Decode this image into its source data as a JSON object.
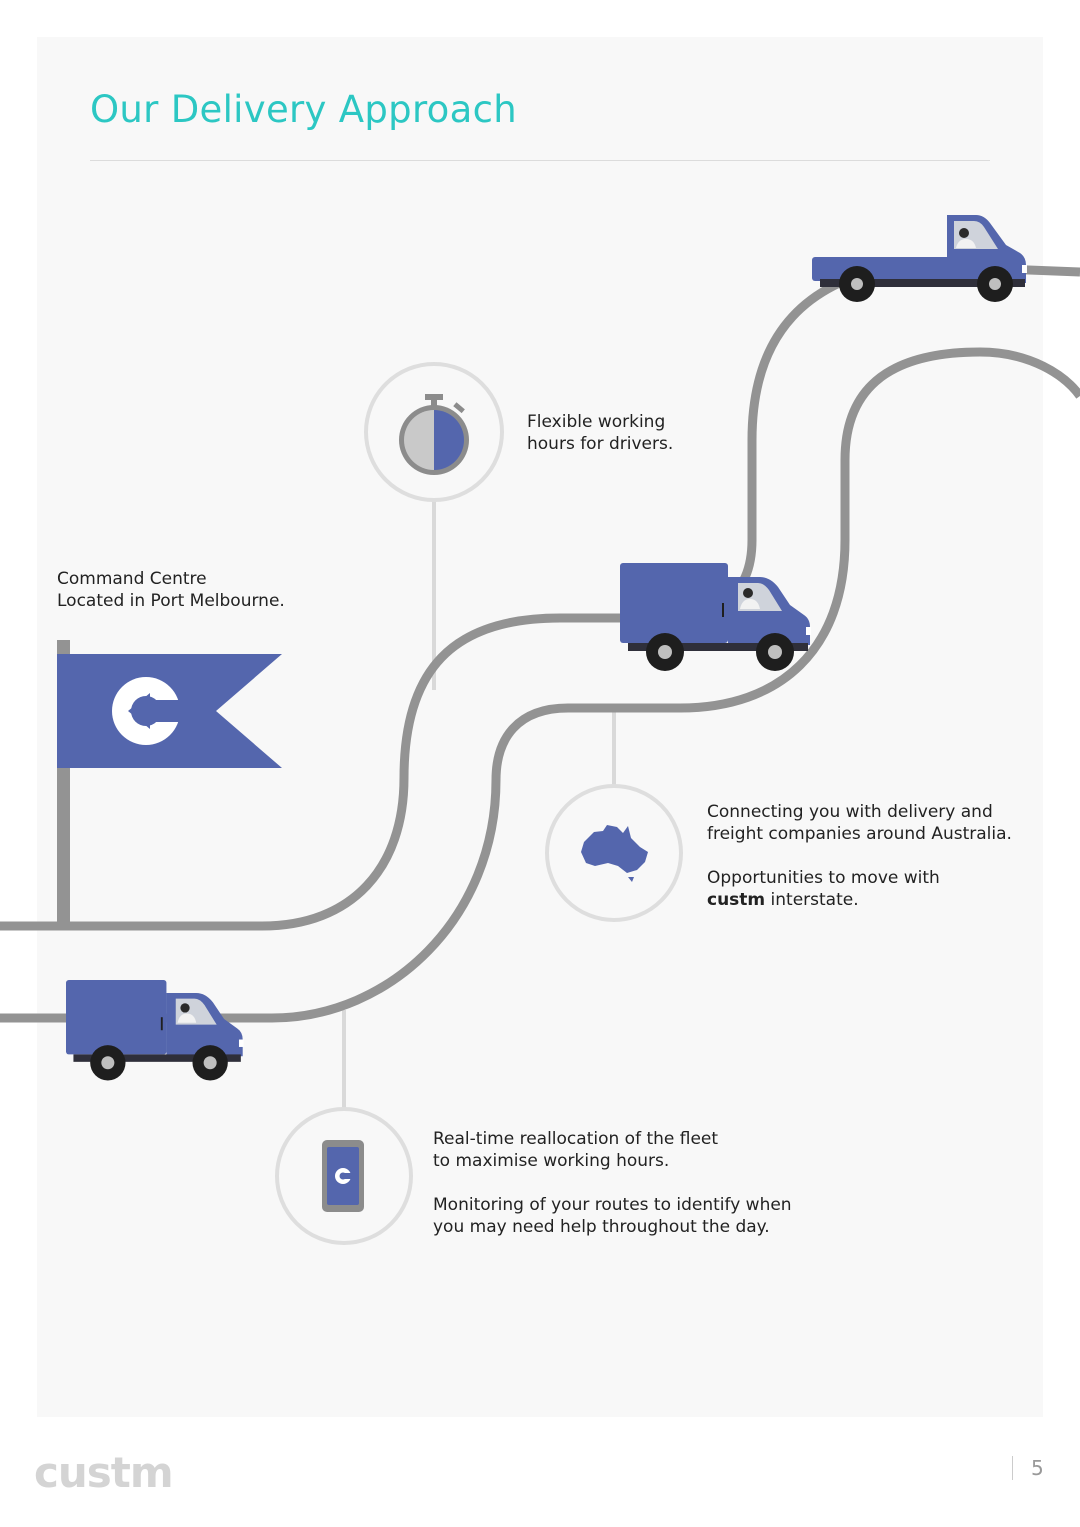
{
  "page": {
    "title": "Our Delivery Approach",
    "page_number": "5",
    "logo_text": "custm"
  },
  "callouts": {
    "command_centre": {
      "line1": "Command Centre",
      "line2": "Located in Port Melbourne."
    },
    "flexible_hours": {
      "line1": "Flexible working",
      "line2": "hours for drivers."
    },
    "connecting": {
      "line1": "Connecting you with delivery and",
      "line2": "freight companies around Australia.",
      "line3": "Opportunities to move with",
      "brand": "custm",
      "line4_rest": " interstate."
    },
    "realtime": {
      "line1": "Real-time reallocation of the fleet",
      "line2": "to maximise working hours.",
      "line3": "Monitoring of your routes to identify when",
      "line4": "you may need help throughout the day."
    }
  },
  "icons": [
    "stopwatch-icon",
    "australia-map-icon",
    "phone-app-icon",
    "custm-flag-icon",
    "truck-icon",
    "ute-icon"
  ],
  "colors": {
    "accent_teal": "#2cc7c3",
    "brand_blue": "#5466ad",
    "road_grey": "#939393",
    "connector_grey": "#d9d9d9"
  }
}
